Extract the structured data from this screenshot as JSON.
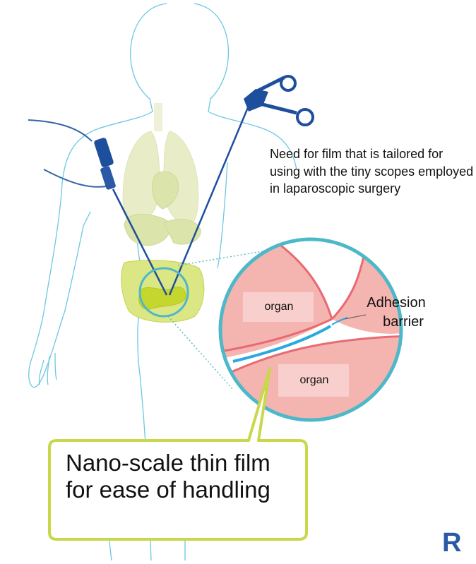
{
  "annotations": {
    "need_film": "Need for film that is tailored for using with the tiny scopes employed in laparoscopic surgery",
    "organ_top": "organ",
    "organ_bottom": "organ",
    "adhesion_line1": "Adhesion",
    "adhesion_line2": "barrier",
    "callout": "Nano-scale thin film for ease of handling"
  },
  "logo_text": "R",
  "colors": {
    "body_outline": "#6cc7e3",
    "organ_fill": "#f4b4b0",
    "organ_edge": "#e86a72",
    "film": "#29a9e0",
    "magnifier": "#4db8c9",
    "callout_border": "#c8d84a",
    "scope": "#1e4f9c",
    "lungs": "#e8edc8",
    "intestine": "#c5d62e",
    "logo": "#2a5aa6"
  },
  "icons": [
    "laparoscope-icon",
    "surgical-scissors-icon",
    "magnifier-circle"
  ]
}
